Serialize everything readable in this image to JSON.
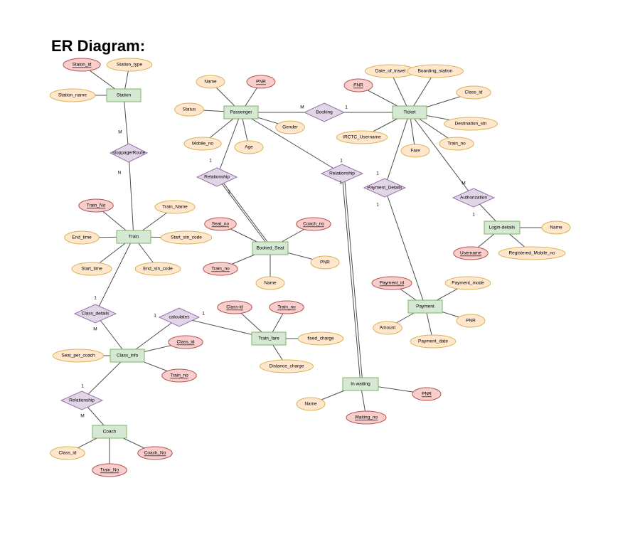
{
  "title": "ER Diagram:",
  "entities": {
    "station": "Station",
    "passenger": "Passenger",
    "ticket": "Ticket",
    "train": "Train",
    "booked_seat": "Booked_Seat",
    "login_details": "Login-details",
    "payment": "Payment",
    "class_info": "Class_info",
    "train_fare": "Train_fare",
    "in_waiting": "In waiting",
    "coach": "Coach"
  },
  "relationships": {
    "stoppage_route": "stoppage/Route",
    "booking": "Booking",
    "rel_passenger_seat": "Relationship",
    "rel_passenger_waiting": "Relationship",
    "payment_details": "Payment_Details",
    "authorization": "Authorization",
    "class_details": "Class_details",
    "calculates": "calculates",
    "rel_class_coach": "Relationship"
  },
  "attributes": {
    "station_id": {
      "label": "Staion_id",
      "key": true
    },
    "station_type": {
      "label": "Station_type",
      "key": false
    },
    "station_name": {
      "label": "Station_name",
      "key": false
    },
    "p_name": {
      "label": "Name",
      "key": false
    },
    "p_pnr": {
      "label": "PNR",
      "key": true
    },
    "p_status": {
      "label": "Status",
      "key": false
    },
    "p_gender": {
      "label": "Gender",
      "key": false
    },
    "p_mobile": {
      "label": "Mobile_no",
      "key": false
    },
    "p_age": {
      "label": "Age",
      "key": false
    },
    "t_date": {
      "label": "Date_of_travel",
      "key": false
    },
    "t_boarding": {
      "label": "Boarding_station",
      "key": false
    },
    "t_pnr": {
      "label": "PNR",
      "key": true
    },
    "t_class": {
      "label": "Class_id",
      "key": false
    },
    "t_dest": {
      "label": "Destination_stn",
      "key": false
    },
    "t_irctc": {
      "label": "IRCTC_Username",
      "key": false
    },
    "t_fare": {
      "label": "Fare",
      "key": false
    },
    "t_train": {
      "label": "Train_no",
      "key": false
    },
    "tr_no": {
      "label": "Train_No",
      "key": true
    },
    "tr_name": {
      "label": "Train_Name",
      "key": false
    },
    "tr_end_time": {
      "label": "End_time",
      "key": false
    },
    "tr_start_code": {
      "label": "Start_stn_code",
      "key": false
    },
    "tr_start_time": {
      "label": "Start_time",
      "key": false
    },
    "tr_end_code": {
      "label": "End_stn_code",
      "key": false
    },
    "bs_seat": {
      "label": "Seat_no",
      "key": true
    },
    "bs_coach": {
      "label": "Coach_no",
      "key": true
    },
    "bs_train": {
      "label": "Train_no",
      "key": true
    },
    "bs_pnr": {
      "label": "PNR",
      "key": false
    },
    "bs_name": {
      "label": "Name",
      "key": false
    },
    "ld_name": {
      "label": "Name",
      "key": false
    },
    "ld_user": {
      "label": "Username",
      "key": true
    },
    "ld_mobile": {
      "label": "Registered_Mobile_no",
      "key": false
    },
    "pay_id": {
      "label": "Payment_id",
      "key": true
    },
    "pay_mode": {
      "label": "Payment_mode",
      "key": false
    },
    "pay_pnr": {
      "label": "PNR",
      "key": false
    },
    "pay_amount": {
      "label": "Amount",
      "key": false
    },
    "pay_date": {
      "label": "Payment_date",
      "key": false
    },
    "ci_seat": {
      "label": "Seat_per_coach",
      "key": false
    },
    "ci_class": {
      "label": "Class_id",
      "key": true
    },
    "ci_train": {
      "label": "Train_no",
      "key": true
    },
    "tf_class": {
      "label": "Class-id",
      "key": true
    },
    "tf_train": {
      "label": "Train_no",
      "key": true
    },
    "tf_fixed": {
      "label": "fixed_charge",
      "key": false
    },
    "tf_distance": {
      "label": "Distance_charge",
      "key": false
    },
    "iw_name": {
      "label": "Name",
      "key": false
    },
    "iw_pnr": {
      "label": "PNR",
      "key": true
    },
    "iw_waiting": {
      "label": "Waiting_no",
      "key": true
    },
    "c_class": {
      "label": "Class_id",
      "key": false
    },
    "c_coach": {
      "label": "Coach_No",
      "key": true
    },
    "c_train": {
      "label": "Train_No",
      "key": true
    }
  },
  "cardinalities": {
    "station_route_m": "M",
    "route_train_n": "N",
    "booking_m": "M",
    "booking_1": "1",
    "ps_rel_1a": "1",
    "ps_rel_1b": "1",
    "pw_rel_1a": "1",
    "pw_rel_1b": "1",
    "pd_1a": "1",
    "pd_1b": "1",
    "auth_m": "M",
    "auth_1": "1",
    "cd_1": "1",
    "cd_m": "M",
    "calc_1a": "1",
    "calc_1b": "1",
    "cc_1": "1",
    "cc_m": "M"
  },
  "colors": {
    "entity_fill": "#d5e8d4",
    "entity_stroke": "#82b366",
    "attribute_fill": "#ffe6cc",
    "key_attribute_fill": "#f8cecc",
    "relationship_fill": "#e1d5e7"
  }
}
